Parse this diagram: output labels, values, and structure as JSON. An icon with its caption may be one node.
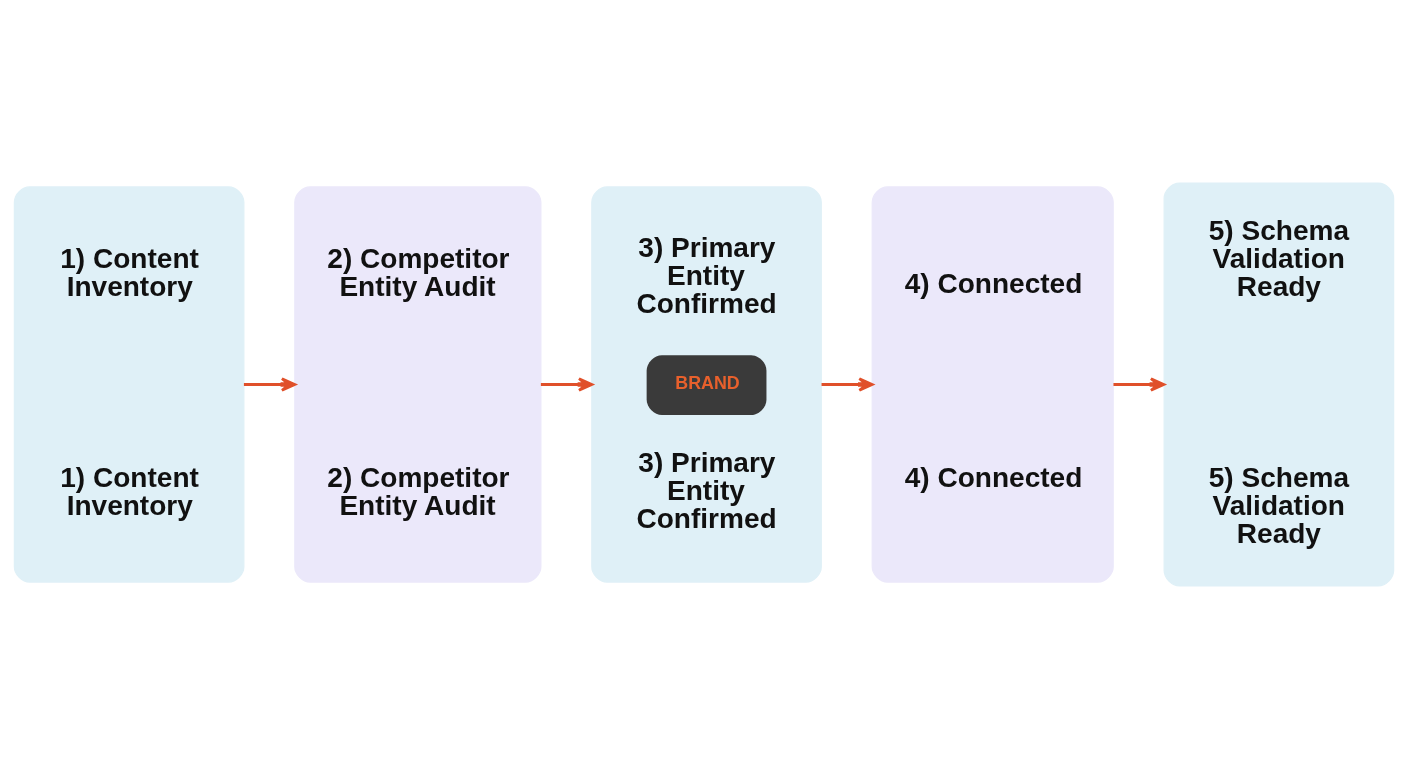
{
  "diagram": {
    "nodes": [
      {
        "text": [
          "1) Content Inventory",
          "1) Content Inventory"
        ]
      },
      {
        "text": [
          "2) Competitor Entity Audit",
          "2) Competitor Entity Audit"
        ]
      },
      {
        "text": [
          "3) Primary Entity Confirmed",
          "BRAND",
          "3) Primary Entity Confirmed"
        ]
      },
      {
        "text": [
          "4) Connected",
          "4) Connected"
        ]
      },
      {
        "text": [
          "5) Schema Validation Ready",
          "5) Schema Validation Ready"
        ]
      }
    ],
    "edges": [
      {
        "from": 0,
        "to": 1,
        "arrow": "to"
      },
      {
        "from": 1,
        "to": 2,
        "arrow": "to"
      },
      {
        "from": 2,
        "to": 3,
        "arrow": "to"
      },
      {
        "from": 3,
        "to": 4,
        "arrow": "to"
      }
    ]
  }
}
